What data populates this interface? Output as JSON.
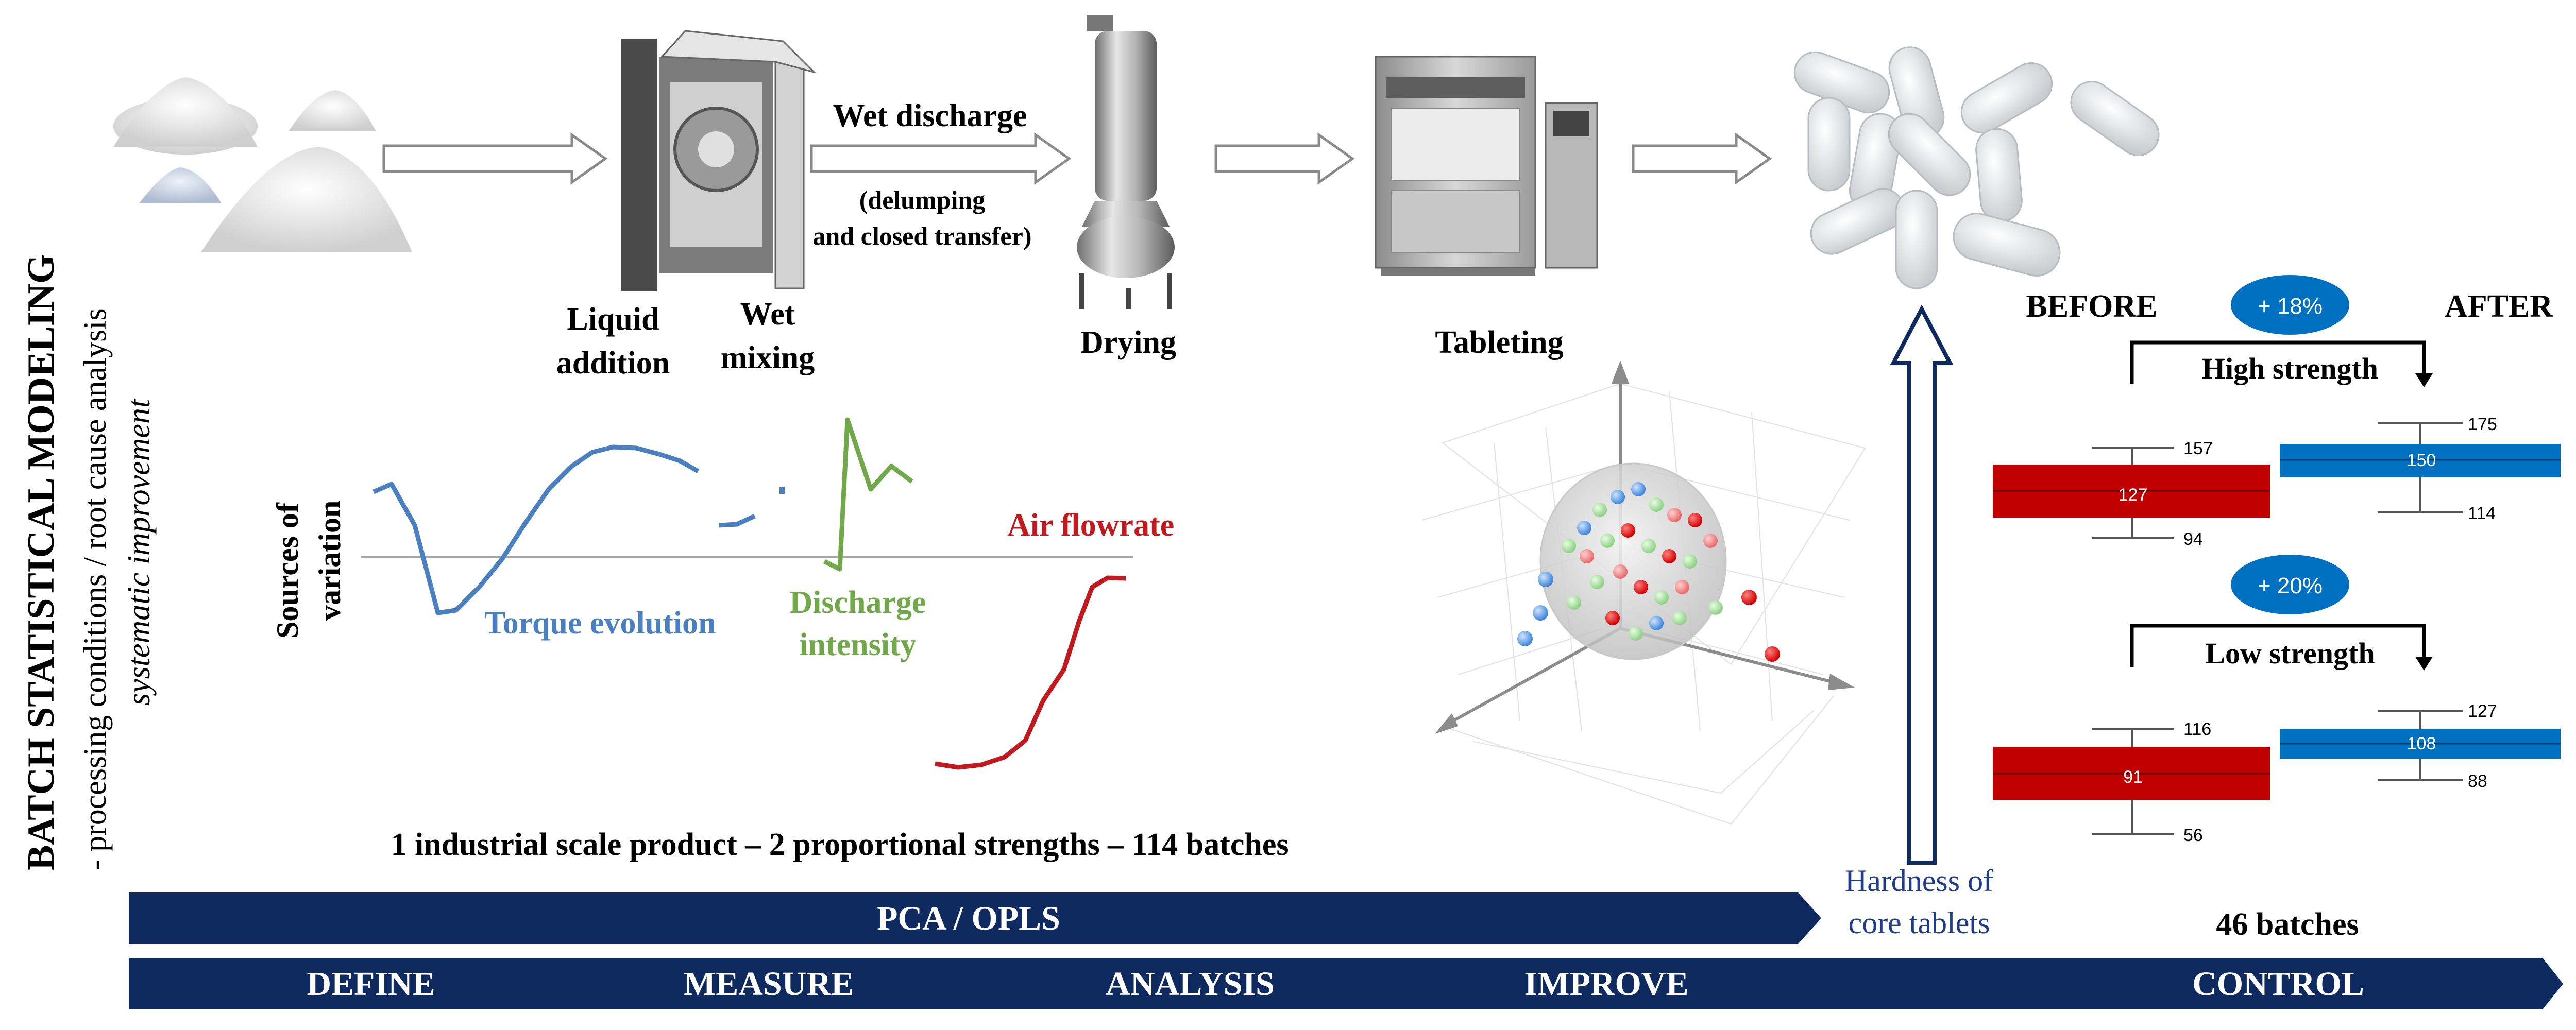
{
  "side_title": {
    "line1": "BATCH STATISTICAL MODELING",
    "line2": "- processing conditions / root cause analysis",
    "line3": "systematic improvement"
  },
  "process": {
    "wet_discharge": "Wet discharge",
    "delumping_1": "(delumping",
    "delumping_2": "and closed transfer)",
    "liquid_1": "Liquid",
    "liquid_2": "addition",
    "wet_1": "Wet",
    "wet_2": "mixing",
    "drying": "Drying",
    "tableting": "Tableting"
  },
  "variation": {
    "sources_1": "Sources of",
    "sources_2": "variation",
    "torque": "Torque evolution",
    "discharge_1": "Discharge",
    "discharge_2": "intensity",
    "air": "Air flowrate"
  },
  "summary": "1 industrial scale product – 2 proportional strengths – 114 batches",
  "hardness_1": "Hardness of",
  "hardness_2": "core tablets",
  "control": {
    "before": "BEFORE",
    "after": "AFTER",
    "high": {
      "badge": "+ 18%",
      "label": "High strength",
      "before": {
        "mean": "127",
        "max": "157",
        "min": "94"
      },
      "after": {
        "mean": "150",
        "max": "175",
        "min": "114"
      }
    },
    "low": {
      "badge": "+ 20%",
      "label": "Low strength",
      "before": {
        "mean": "91",
        "max": "116",
        "min": "56"
      },
      "after": {
        "mean": "108",
        "max": "127",
        "min": "88"
      }
    },
    "batches": "46 batches"
  },
  "bars": {
    "pca": "PCA / OPLS",
    "phases": [
      "DEFINE",
      "MEASURE",
      "ANALYSIS",
      "IMPROVE",
      "CONTROL"
    ]
  },
  "colors": {
    "navy": "#0f2a5e",
    "red": "#c00000",
    "blue": "#0070c0",
    "torque": "#4a7fc0",
    "discharge": "#70a84a",
    "air": "#c0191e"
  }
}
